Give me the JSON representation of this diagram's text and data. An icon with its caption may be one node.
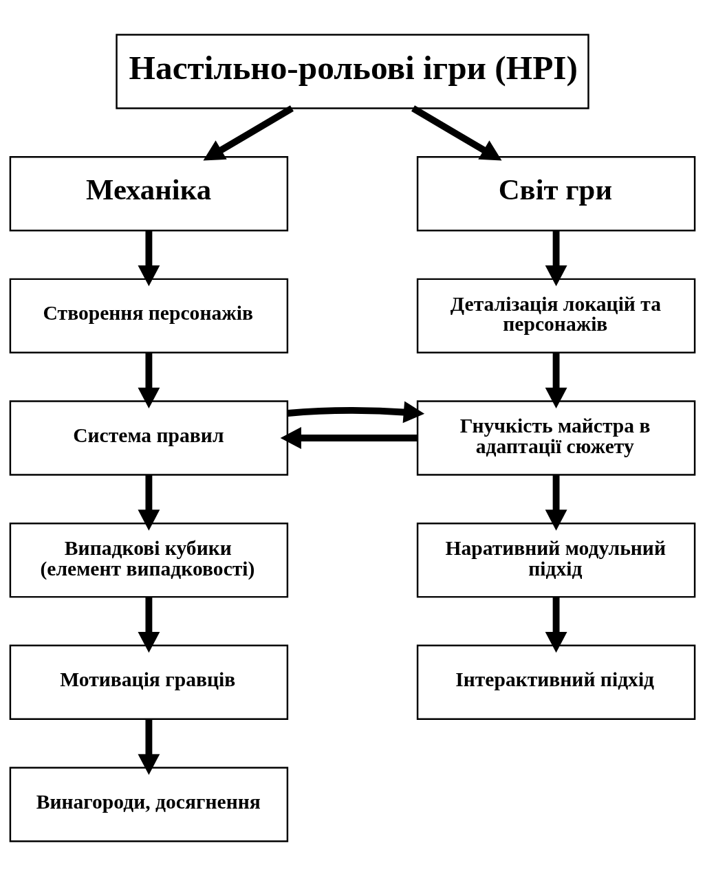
{
  "diagram": {
    "nodes": [
      {
        "text": [
          "Настільно-рольові ігри (НРІ)"
        ]
      },
      {
        "text": [
          "Механіка"
        ]
      },
      {
        "text": [
          "Світ гри"
        ]
      },
      {
        "text": [
          "Створення персонажів"
        ]
      },
      {
        "text": [
          "Деталізація локацій та персонажів"
        ]
      },
      {
        "text": [
          "Система правил"
        ]
      },
      {
        "text": [
          "Гнучкість майстра в адаптації сюжету"
        ]
      },
      {
        "text": [
          "Випадкові кубики (елемент випадковості)"
        ]
      },
      {
        "text": [
          "Наративний модульний підхід"
        ]
      },
      {
        "text": [
          "Мотивація гравців"
        ]
      },
      {
        "text": [
          "Інтерактивний підхід"
        ]
      },
      {
        "text": [
          "Винагороди, досягнення"
        ]
      }
    ],
    "edges": [
      {
        "from": 0,
        "to": 1,
        "arrow": "to"
      },
      {
        "from": 0,
        "to": 2,
        "arrow": "to"
      },
      {
        "from": 1,
        "to": 3,
        "arrow": "to"
      },
      {
        "from": 3,
        "to": 5,
        "arrow": "to"
      },
      {
        "from": 5,
        "to": 7,
        "arrow": "to"
      },
      {
        "from": 7,
        "to": 9,
        "arrow": "to"
      },
      {
        "from": 9,
        "to": 11,
        "arrow": "to"
      },
      {
        "from": 2,
        "to": 4,
        "arrow": "to"
      },
      {
        "from": 4,
        "to": 6,
        "arrow": "to"
      },
      {
        "from": 6,
        "to": 8,
        "arrow": "to"
      },
      {
        "from": 8,
        "to": 10,
        "arrow": "to"
      },
      {
        "from": 6,
        "to": 5,
        "arrow": "to"
      },
      {
        "from": 5,
        "to": 6,
        "arrow": "to"
      }
    ]
  }
}
